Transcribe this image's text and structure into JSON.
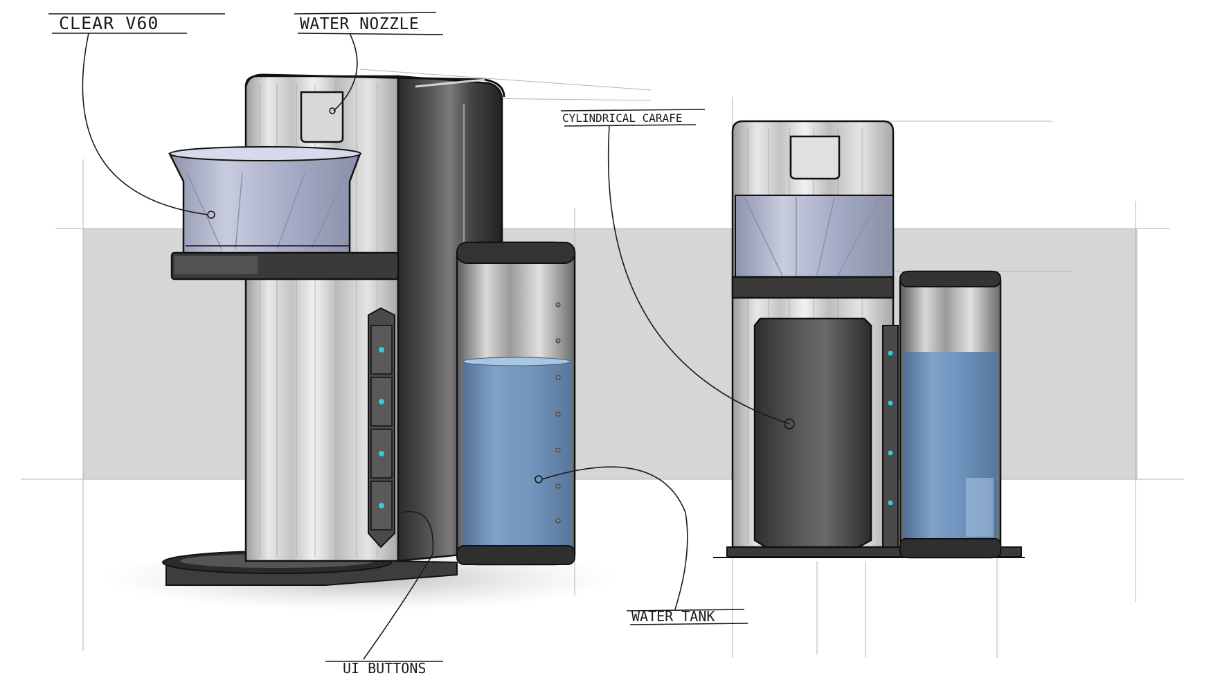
{
  "labels": {
    "clear_v60": "CLEAR V60",
    "water_nozzle": "WATER NOZZLE",
    "cylindrical_carafe": "CYLINDRICAL CARAFE",
    "ui_buttons": "UI BUTTONS",
    "water_tank": "WATER TANK"
  },
  "colors": {
    "steel_light": "#e6e6e6",
    "steel_mid": "#b9b9b9",
    "steel_dark": "#3e3e3e",
    "glass": "#b8bdd6",
    "water": "#6f94bd",
    "water_light": "#a9c6e4",
    "led": "#2fd0d8",
    "backdrop": "#d6d6d6",
    "ink": "#1a1a1a"
  },
  "ui_buttons": {
    "led_count": 4
  }
}
